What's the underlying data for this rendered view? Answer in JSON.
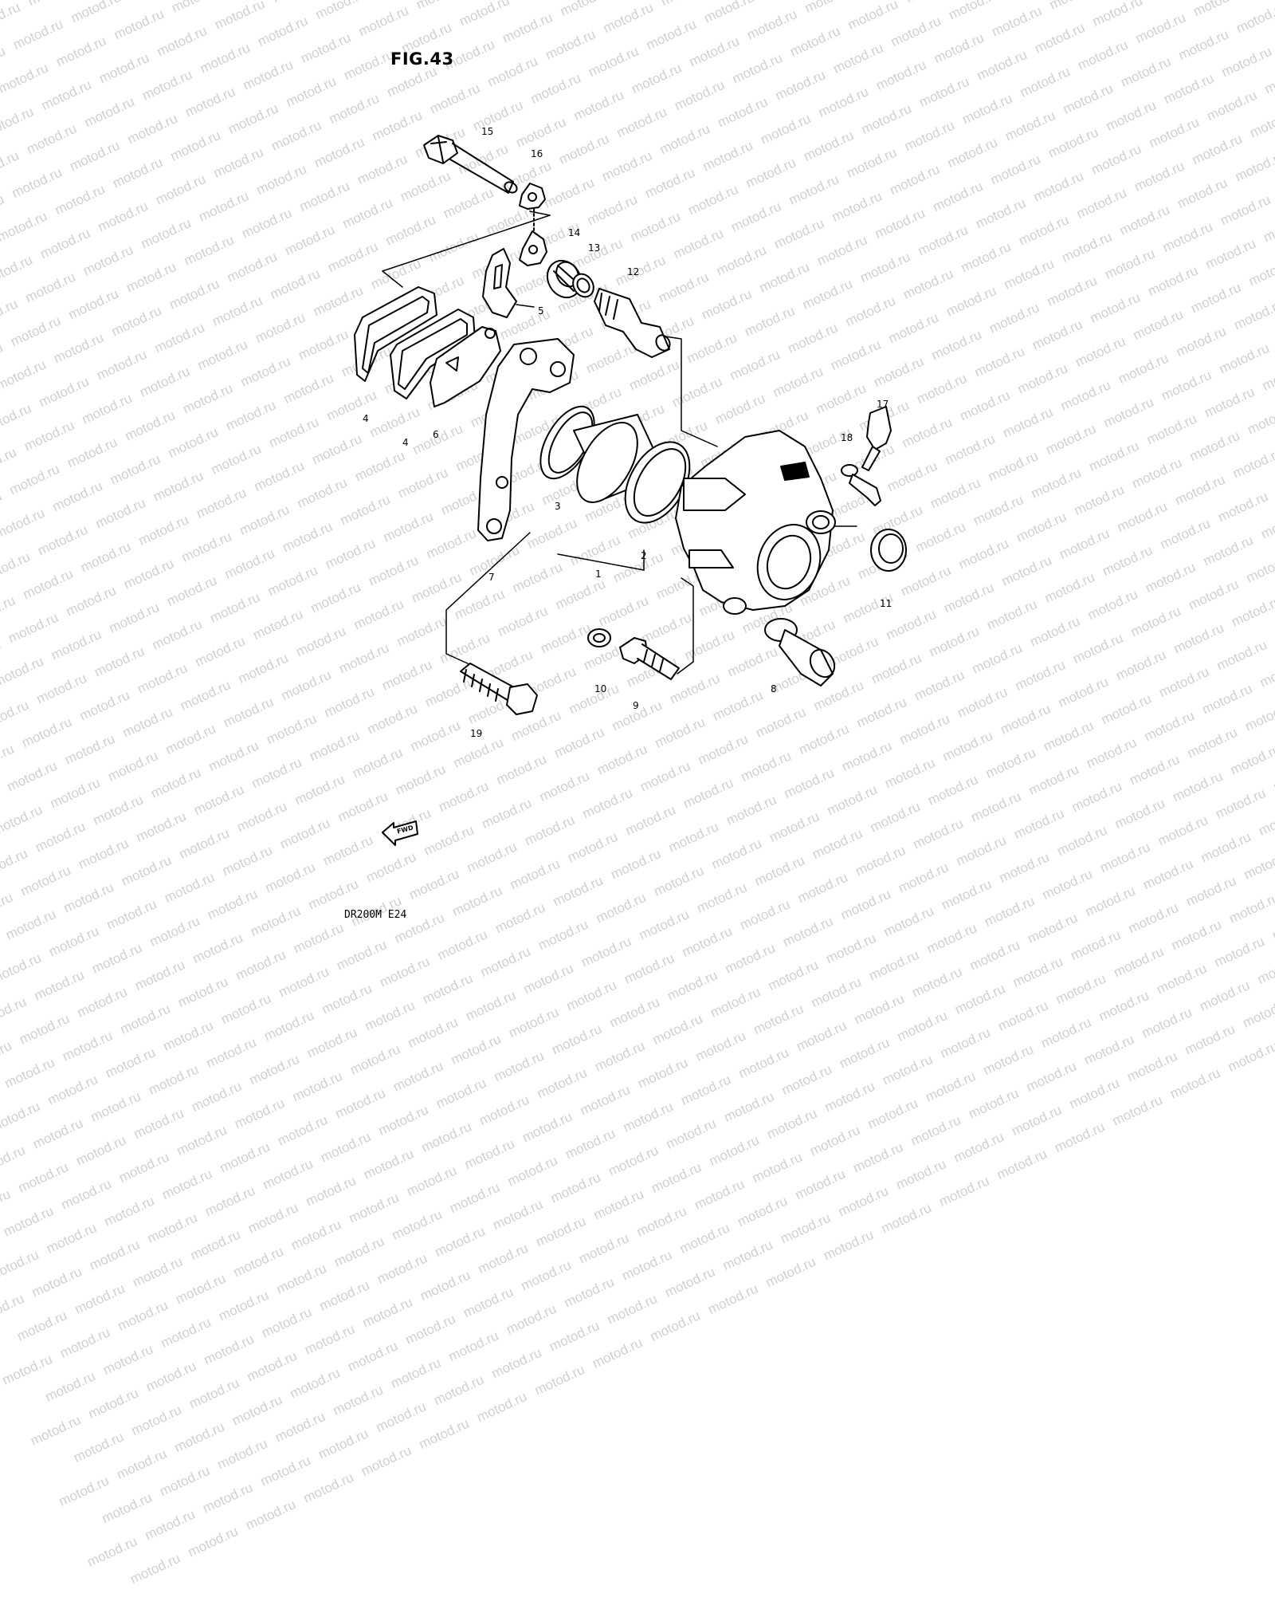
{
  "title": "FIG.43",
  "model_code": "DR200M  E24",
  "watermark_text": "motod.ru",
  "direction_tag": "FWD",
  "callouts": [
    "15",
    "16",
    "14",
    "13",
    "12",
    "5",
    "4",
    "4",
    "6",
    "17",
    "18",
    "3",
    "1",
    "2",
    "11",
    "7",
    "10",
    "9",
    "8",
    "19"
  ],
  "colors": {
    "ink": "#000000",
    "watermark": "#d0d0d0",
    "paper": "#ffffff"
  }
}
